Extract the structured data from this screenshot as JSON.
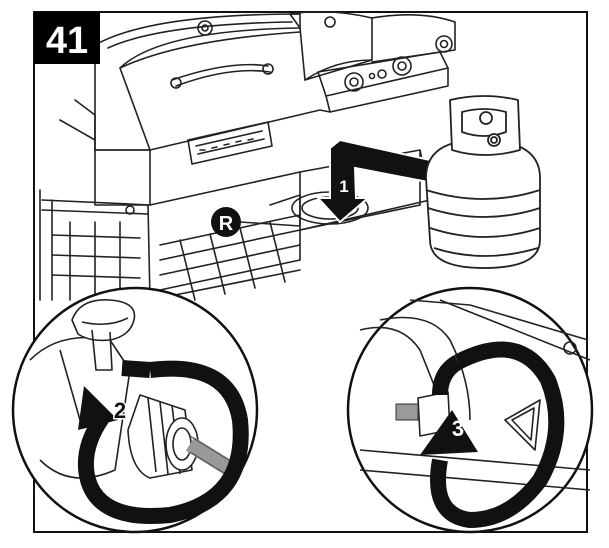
{
  "step": {
    "number": "41"
  },
  "callouts": {
    "reference": "R",
    "install_tank": "1",
    "turn_valve_connector": "2",
    "turn_tank_valve": "3"
  },
  "colors": {
    "ink": "#111111",
    "paper": "#ffffff",
    "badge": "#000000",
    "nozzle": "#9a9a9a",
    "hose": "#aaaaaa"
  }
}
